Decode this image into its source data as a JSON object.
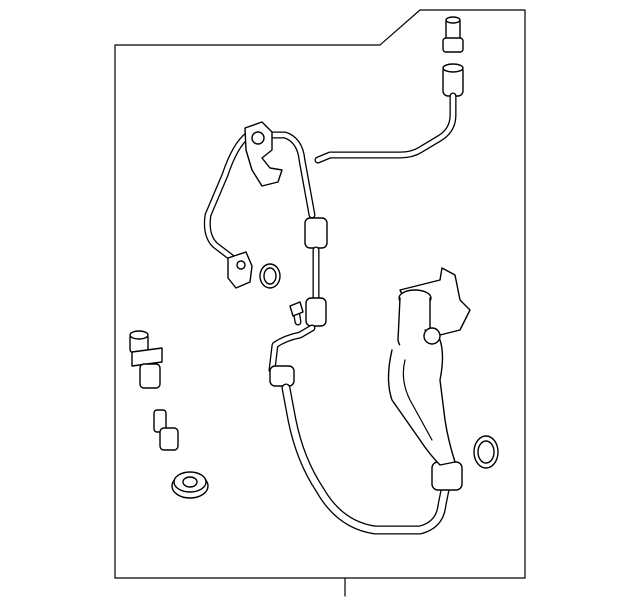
{
  "diagram": {
    "type": "exploded-parts-line-drawing",
    "colors": {
      "line": "#000000",
      "background": "#ffffff"
    },
    "parts": [
      "tube-fitting-top",
      "liquid-line-tube",
      "bracket-clip",
      "pressure-sensor-connector",
      "o-ring-upper",
      "discharge-hose",
      "compressor-manifold",
      "o-ring-lower",
      "pressure-switch",
      "service-valve-cap",
      "grommet-seal"
    ]
  }
}
